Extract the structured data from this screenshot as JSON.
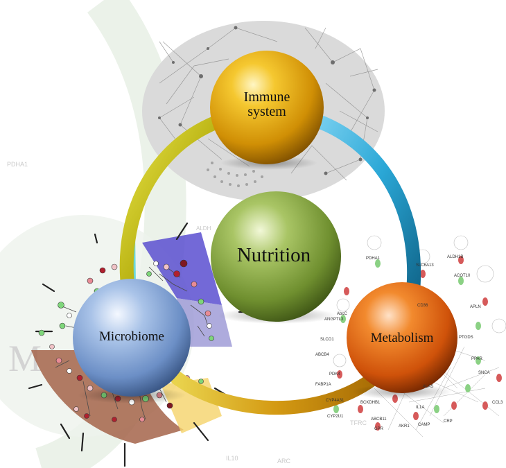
{
  "nodes": {
    "immune": {
      "label_line1": "Immune",
      "label_line2": "system"
    },
    "nutrition": {
      "label": "Nutrition"
    },
    "microbiome": {
      "label": "Microbiome"
    },
    "metabolism": {
      "label": "Metabolism"
    }
  },
  "background_letter": "M",
  "background_labels": [
    "PDHA1",
    "ALDH",
    "TFRC",
    "IL10",
    "ARC"
  ],
  "metabolism_network_labels": [
    "PDHA1",
    "ALDH1B",
    "SLC6A13",
    "ACOT10",
    "CD36",
    "APLN",
    "AbcC",
    "PTGDS",
    "ANGPTL3",
    "SLCO1",
    "ABCB4",
    "PDK4",
    "FABP1A",
    "CYP4A31",
    "BCKDHB1",
    "CYP2U1",
    "GPR",
    "ABCB11",
    "AKR1",
    "CAMP",
    "CCL3",
    "SNCA",
    "IL1A",
    "ALAS",
    "PPAR",
    "CRP"
  ],
  "colors": {
    "immune_sphere": "#e6a90a",
    "nutrition_sphere": "#8fb04a",
    "microbiome_sphere": "#8eaedb",
    "metabolism_sphere": "#e2640f",
    "ring_yellow": "#c8c21a",
    "ring_blue": "#2aa7d6",
    "ring_gold": "#d8a01c",
    "sector_purple": "#5b4fd0",
    "sector_brown": "#a5644a",
    "sector_cyan": "#57d2d6",
    "sector_lavender": "#9a96d4",
    "sector_yellow": "#f5d36a"
  }
}
